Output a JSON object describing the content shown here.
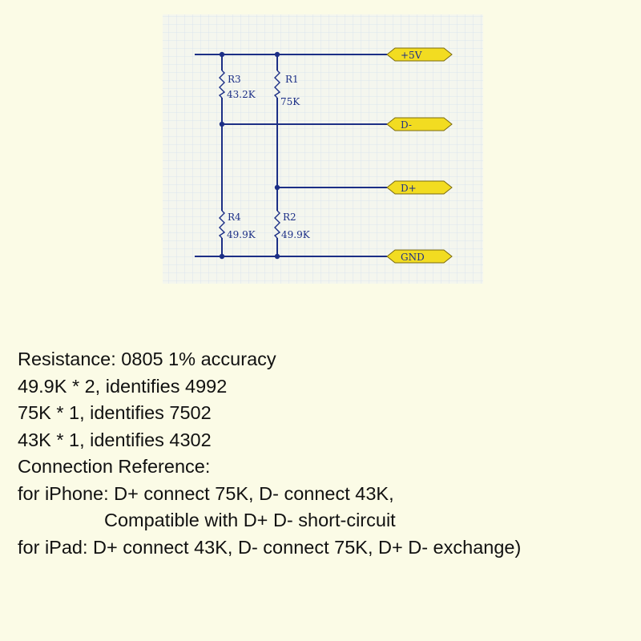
{
  "schematic": {
    "resistors": [
      {
        "ref": "R3",
        "value": "43.2K"
      },
      {
        "ref": "R1",
        "value": "75K"
      },
      {
        "ref": "R4",
        "value": "49.9K"
      },
      {
        "ref": "R2",
        "value": "49.9K"
      }
    ],
    "ports": [
      "+5V",
      "D-",
      "D+",
      "GND"
    ],
    "colors": {
      "wire": "#1c2f86",
      "port_fill": "#f2dc21",
      "grid": "#d6e0ef",
      "background": "#fbfbe6"
    }
  },
  "notes": [
    "Resistance: 0805 1% accuracy",
    "49.9K * 2, identifies 4992",
    "75K * 1, identifies 7502",
    "43K * 1, identifies 4302",
    "Connection Reference:",
    "for iPhone: D+ connect 75K, D- connect 43K,",
    "Compatible with D+ D- short-circuit",
    "for iPad: D+ connect 43K, D- connect 75K, D+ D- exchange)"
  ]
}
